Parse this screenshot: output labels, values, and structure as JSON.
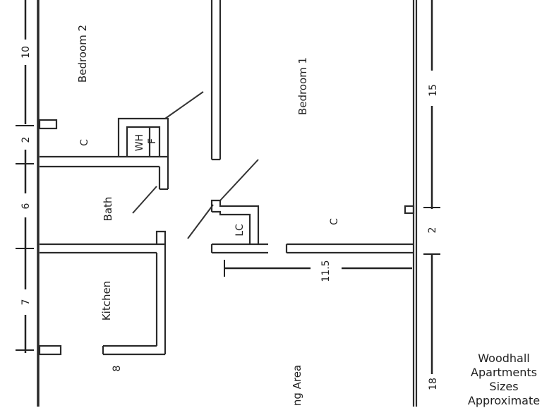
{
  "rooms": {
    "bedroom2": "Bedroom 2",
    "bedroom1": "Bedroom 1",
    "bath": "Bath",
    "kitchen": "Kitchen",
    "living": "ng Area",
    "closet_bedroom2": "C",
    "closet_bedroom1": "C",
    "water_heater": "WH",
    "furnace": "F",
    "linen_closet": "LC"
  },
  "dimensions": {
    "left": [
      "10",
      "2",
      "6",
      "7"
    ],
    "right": [
      "15",
      "2",
      "18"
    ],
    "interior_width": "11.5",
    "bottom": "8"
  },
  "caption": {
    "line1": "Woodhall",
    "line2": "Apartments",
    "line3": "Sizes",
    "line4": "Approximate"
  }
}
